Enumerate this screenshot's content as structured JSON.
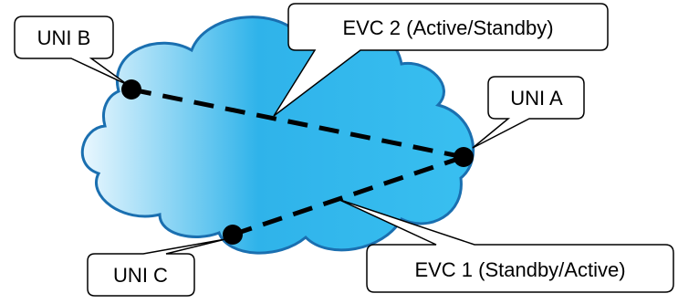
{
  "diagram": {
    "callouts": {
      "uni_b": "UNI B",
      "uni_a": "UNI A",
      "uni_c": "UNI C",
      "evc2": "EVC 2 (Active/Standby)",
      "evc1": "EVC 1 (Standby/Active)"
    },
    "colors": {
      "cloud_dark": "#1da8e4",
      "cloud_light": "#e8f6fd",
      "cloud_outline": "#1a6fb0",
      "line": "#000000",
      "node": "#000000"
    }
  }
}
